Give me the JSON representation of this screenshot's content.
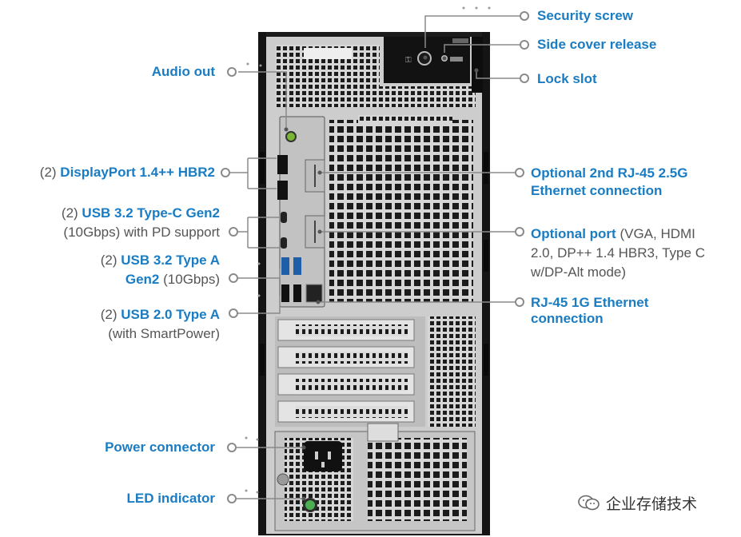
{
  "labels": {
    "security_screw": "Security screw",
    "side_cover_release": "Side cover release",
    "lock_slot": "Lock slot",
    "audio_out": "Audio out",
    "displayport_count": "(2)",
    "displayport": "DisplayPort 1.4++ HBR2",
    "usbc_count": "(2)",
    "usbc": "USB 3.2 Type-C Gen2",
    "usbc_note": "(10Gbps) with PD support",
    "usba_count": "(2)",
    "usba_line1": "USB 3.2 Type A",
    "usba_line2": "Gen2",
    "usba_note": "(10Gbps)",
    "usb2_count": "(2)",
    "usb2": "USB 2.0 Type A",
    "usb2_note": "(with SmartPower)",
    "power_connector": "Power connector",
    "led_indicator": "LED indicator",
    "rj45_2g_line1": "Optional 2nd RJ-45 2.5G",
    "rj45_2g_line2": "Ethernet connection",
    "optional_port": "Optional port",
    "optional_port_note1": "(VGA, HDMI",
    "optional_port_note2": "2.0, DP++ 1.4 HBR3, Type C",
    "optional_port_note3": "w/DP-Alt mode)",
    "rj45_1g_line1": "RJ-45 1G Ethernet",
    "rj45_1g_line2": "connection"
  },
  "watermark": "企业存储技术",
  "colors": {
    "accent": "#1a7cc2",
    "text_gray": "#555555",
    "chassis": "#1c1c1c",
    "panel": "#cfcfcf"
  }
}
